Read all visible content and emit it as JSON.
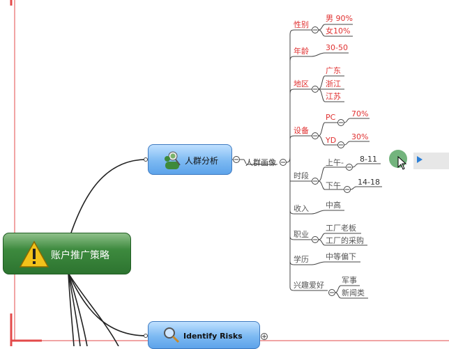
{
  "root": {
    "label": "账户推广策略"
  },
  "topics": {
    "crowd": {
      "label": "人群分析"
    },
    "risks": {
      "label": "Identify Risks"
    }
  },
  "portrait": {
    "label": "人群画像"
  },
  "categories": {
    "gender": {
      "label": "性别",
      "items": [
        "男 90%",
        "女10%"
      ]
    },
    "age": {
      "label": "年龄",
      "items": [
        "30-50"
      ]
    },
    "region": {
      "label": "地区",
      "items": [
        "广东",
        "浙江",
        "江苏"
      ]
    },
    "device": {
      "label": "设备",
      "items": [
        {
          "label": "PC",
          "value": "70%"
        },
        {
          "label": "YD",
          "value": "30%"
        }
      ]
    },
    "time": {
      "label": "时段",
      "items": [
        {
          "label": "上午-",
          "value": "8-11"
        },
        {
          "label": "下午",
          "value": "14-18"
        }
      ]
    },
    "income": {
      "label": "收入",
      "items": [
        "中高"
      ]
    },
    "job": {
      "label": "职业",
      "items": [
        "工厂老板",
        "工厂的采购"
      ]
    },
    "edu": {
      "label": "学历",
      "items": [
        "中等偏下"
      ]
    },
    "hobby": {
      "label": "兴趣爱好",
      "items": [
        "军事",
        "新闻类"
      ]
    }
  },
  "colors": {
    "accent_red": "#e03030",
    "topic_blue": "#7cb9f2",
    "root_green": "#3d8a3e",
    "line": "#444444"
  },
  "icons": {
    "crowd": "people-search-icon",
    "risks": "magnifier-icon",
    "root": "warning-icon",
    "panel": "play-icon"
  }
}
